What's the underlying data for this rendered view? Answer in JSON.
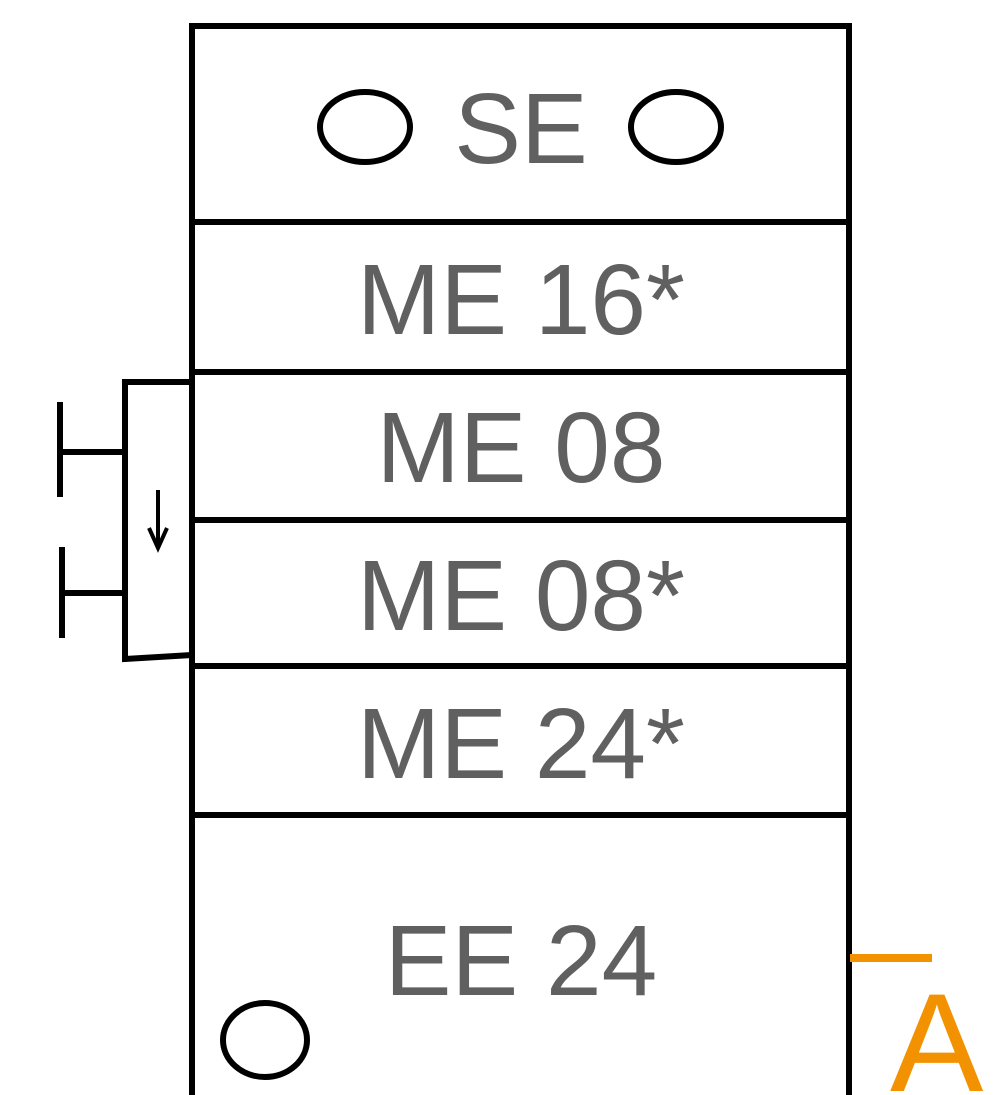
{
  "modules": [
    {
      "label": "SE"
    },
    {
      "label": "ME 16*"
    },
    {
      "label": "ME 08"
    },
    {
      "label": "ME 08*"
    },
    {
      "label": "ME 24*"
    },
    {
      "label": "EE 24"
    }
  ],
  "side_label": "A",
  "colors": {
    "module_text": "#606060",
    "side_label": "#f39200",
    "lines": "#000000"
  }
}
